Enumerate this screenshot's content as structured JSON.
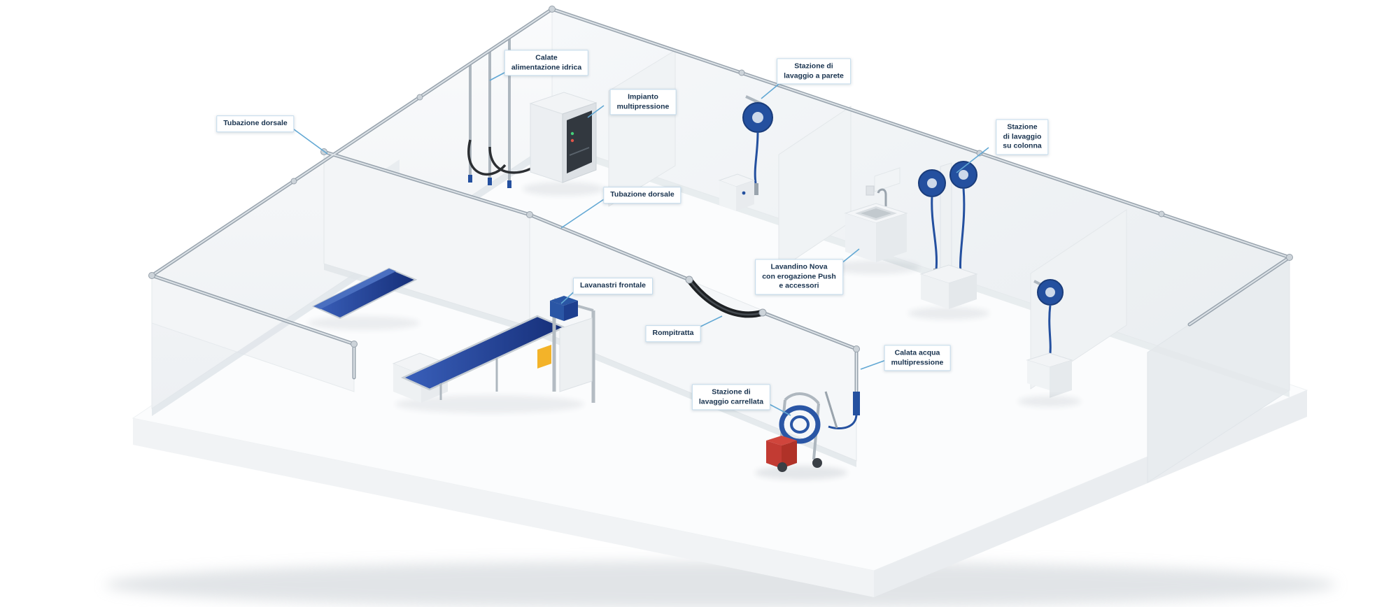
{
  "colors": {
    "accent_blue": "#24509f",
    "belt_blue": "#1c3a8c",
    "leader_blue": "#62a8d4",
    "label_text": "#18324e",
    "hose_black": "#1e2124",
    "bucket_red": "#c23b33",
    "steel_gray": "#aeb7bf",
    "wall_white": "#f5f7f9"
  },
  "labels": {
    "tubazione_dorsale_left": {
      "text": "Tubazione dorsale"
    },
    "calate_alimentazione": {
      "text": "Calate\nalimentazione idrica"
    },
    "impianto_multipressione": {
      "text": "Impianto\nmultipressione"
    },
    "stazione_parete": {
      "text": "Stazione di\nlavaggio a parete"
    },
    "tubazione_dorsale_center": {
      "text": "Tubazione dorsale"
    },
    "stazione_colonna": {
      "text": "Stazione\ndi lavaggio\nsu colonna"
    },
    "lavandino_nova": {
      "text": "Lavandino Nova\ncon erogazione Push\ne accessori"
    },
    "lavanastri_frontale": {
      "text": "Lavanastri frontale"
    },
    "rompitratta": {
      "text": "Rompitratta"
    },
    "calata_acqua": {
      "text": "Calata acqua\nmultipressione"
    },
    "stazione_carrellata": {
      "text": "Stazione di\nlavaggio carrellata"
    }
  }
}
